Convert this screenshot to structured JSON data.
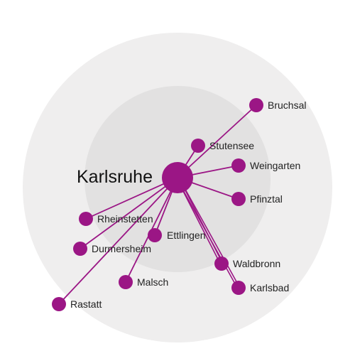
{
  "hub": {
    "name": "Karlsruhe",
    "color": "#9b1685"
  },
  "rings": {
    "outer_color": "#efeeee",
    "inner_color": "#e2e1e1"
  },
  "cities": [
    {
      "id": "bruchsal",
      "name": "Bruchsal"
    },
    {
      "id": "stutensee",
      "name": "Stutensee"
    },
    {
      "id": "weingarten",
      "name": "Weingarten"
    },
    {
      "id": "pfinztal",
      "name": "Pfinztal"
    },
    {
      "id": "rheinstetten",
      "name": "Rheinstetten"
    },
    {
      "id": "durmersheim",
      "name": "Durmersheim"
    },
    {
      "id": "ettlingen",
      "name": "Ettlingen"
    },
    {
      "id": "waldbronn",
      "name": "Waldbronn"
    },
    {
      "id": "malsch",
      "name": "Malsch"
    },
    {
      "id": "karlsbad",
      "name": "Karlsbad"
    },
    {
      "id": "rastatt",
      "name": "Rastatt"
    }
  ],
  "colors": {
    "node": "#9b1685",
    "edge": "#9b1685",
    "text": "#222222"
  }
}
